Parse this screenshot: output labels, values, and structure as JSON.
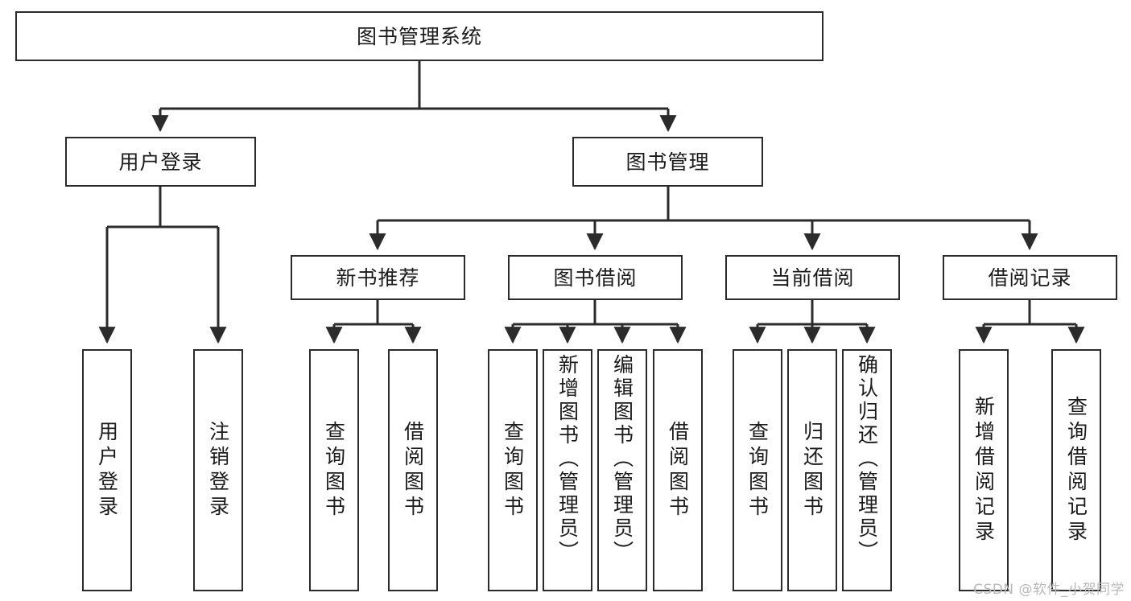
{
  "diagram": {
    "type": "tree",
    "title": "图书管理系统",
    "watermark": "CSDN @软件_小贺同学",
    "colors": {
      "box_border": "#2b2b2b",
      "box_fill": "#ffffff",
      "edge": "#2b2b2b",
      "text": "#1b1b1b",
      "watermark": "#b9b9b9"
    },
    "nodes": {
      "root": {
        "label": "图书管理系统"
      },
      "level2": [
        {
          "id": "user-login",
          "label": "用户登录"
        },
        {
          "id": "book-manage",
          "label": "图书管理"
        }
      ],
      "level3": [
        {
          "id": "new-book-rec",
          "label": "新书推荐"
        },
        {
          "id": "book-borrow",
          "label": "图书借阅"
        },
        {
          "id": "current-borrow",
          "label": "当前借阅"
        },
        {
          "id": "borrow-record",
          "label": "借阅记录"
        }
      ],
      "leaves": {
        "user-login": [
          {
            "id": "leaf-user-login",
            "label": "用户登录"
          },
          {
            "id": "leaf-user-logout",
            "label": "注销登录"
          }
        ],
        "new-book-rec": [
          {
            "id": "leaf-query-book-1",
            "label": "查询图书"
          },
          {
            "id": "leaf-borrow-book-1",
            "label": "借阅图书"
          }
        ],
        "book-borrow": [
          {
            "id": "leaf-query-book-2",
            "label": "查询图书"
          },
          {
            "id": "leaf-add-book",
            "label": "新增图书（管理员）"
          },
          {
            "id": "leaf-edit-book",
            "label": "编辑图书（管理员）"
          },
          {
            "id": "leaf-borrow-book-2",
            "label": "借阅图书"
          }
        ],
        "current-borrow": [
          {
            "id": "leaf-query-book-3",
            "label": "查询图书"
          },
          {
            "id": "leaf-return-book",
            "label": "归还图书"
          },
          {
            "id": "leaf-confirm-return",
            "label": "确认归还（管理员）"
          }
        ],
        "borrow-record": [
          {
            "id": "leaf-add-record",
            "label": "新增借阅记录"
          },
          {
            "id": "leaf-query-record",
            "label": "查询借阅记录"
          }
        ]
      }
    }
  }
}
